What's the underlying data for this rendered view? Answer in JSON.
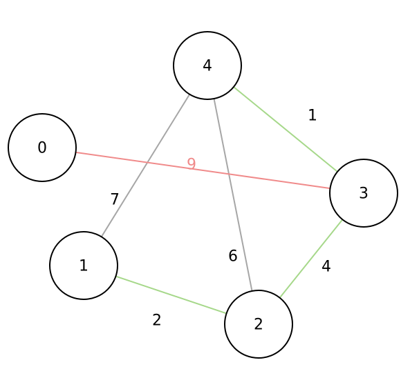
{
  "graph": {
    "nodes": [
      {
        "id": "0",
        "label": "0"
      },
      {
        "id": "1",
        "label": "1"
      },
      {
        "id": "2",
        "label": "2"
      },
      {
        "id": "3",
        "label": "3"
      },
      {
        "id": "4",
        "label": "4"
      }
    ],
    "edges": [
      {
        "source": "4",
        "target": "1",
        "weight": "7",
        "color": "#a6a6a6",
        "label_color": "#000000"
      },
      {
        "source": "4",
        "target": "2",
        "weight": "6",
        "color": "#a6a6a6",
        "label_color": "#000000"
      },
      {
        "source": "4",
        "target": "3",
        "weight": "1",
        "color": "#a6d88a",
        "label_color": "#000000"
      },
      {
        "source": "0",
        "target": "3",
        "weight": "9",
        "color": "#f08a8a",
        "label_color": "#f08a8a"
      },
      {
        "source": "1",
        "target": "2",
        "weight": "2",
        "color": "#a6d88a",
        "label_color": "#000000"
      },
      {
        "source": "3",
        "target": "2",
        "weight": "4",
        "color": "#a6d88a",
        "label_color": "#000000"
      }
    ]
  }
}
